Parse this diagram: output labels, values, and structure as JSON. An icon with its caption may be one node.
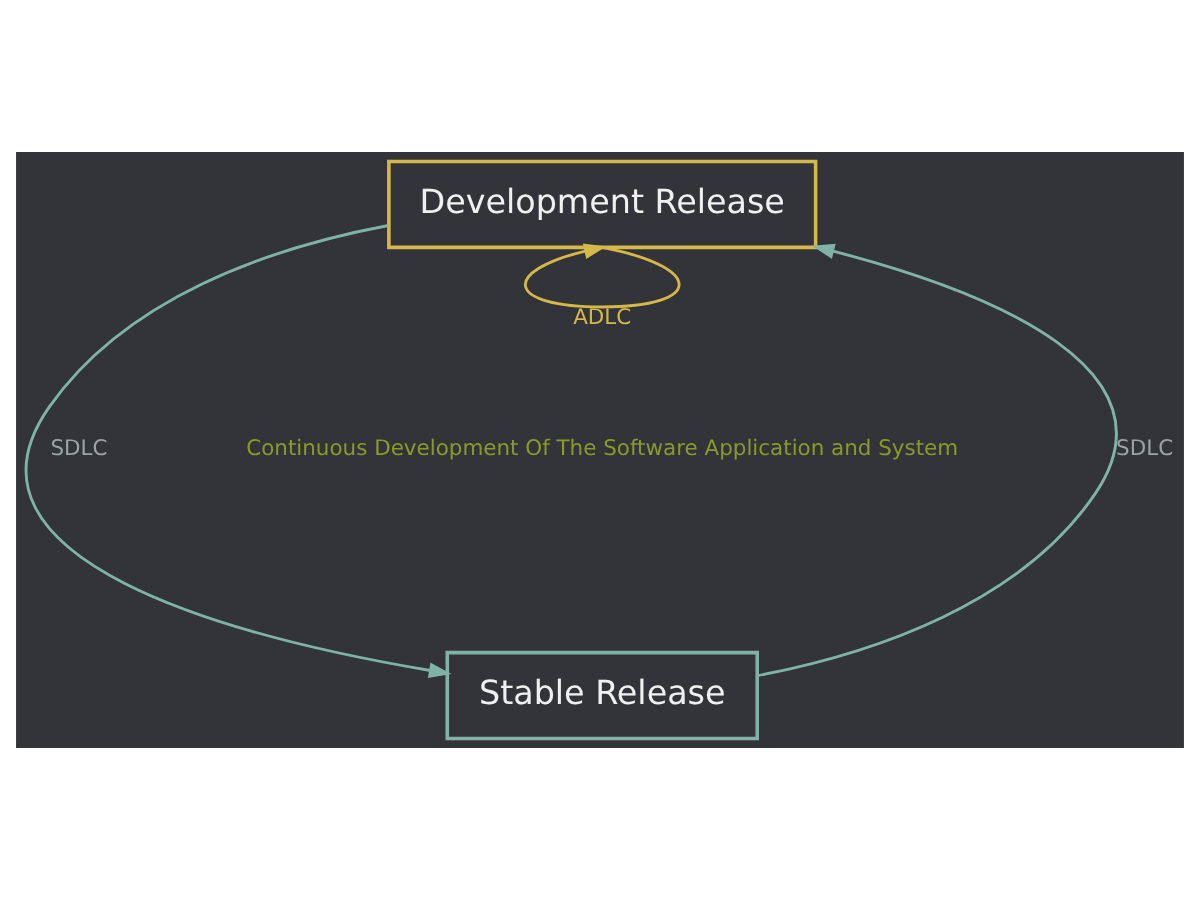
{
  "diagram": {
    "nodes": [
      {
        "text": [
          "Development Release"
        ]
      },
      {
        "text": [
          "Stable Release"
        ]
      }
    ],
    "edges": [
      {
        "from": 0,
        "to": 1,
        "arrow": "to",
        "label": "SDLC"
      },
      {
        "from": 1,
        "to": 0,
        "arrow": "to",
        "label": "SDLC"
      },
      {
        "from": 0,
        "to": 0,
        "arrow": "to",
        "label": "ADLC",
        "color": "#d4b84a"
      }
    ],
    "labels": [
      "Continuous Development Of The Software Application and System"
    ]
  }
}
